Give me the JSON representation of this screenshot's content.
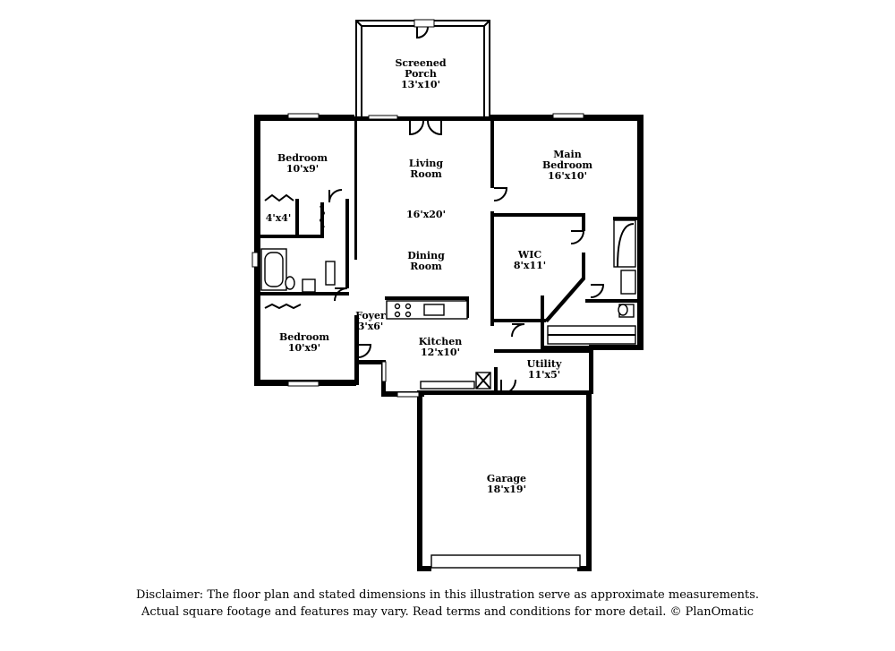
{
  "rooms": {
    "screened_porch": {
      "name1": "Screened",
      "name2": "Porch",
      "dims": "13'x10'"
    },
    "bedroom_1": {
      "name": "Bedroom",
      "dims": "10'x9'"
    },
    "closet": {
      "dims": "4'x4'"
    },
    "living": {
      "name1": "Living",
      "name2": "Room"
    },
    "living_dining_dims": "16'x20'",
    "dining": {
      "name1": "Dining",
      "name2": "Room"
    },
    "main_bedroom": {
      "name1": "Main",
      "name2": "Bedroom",
      "dims": "16'x10'"
    },
    "wic": {
      "name": "WIC",
      "dims": "8'x11'"
    },
    "foyer": {
      "name": "Foyer",
      "dims": "3'x6'"
    },
    "kitchen": {
      "name": "Kitchen",
      "dims": "12'x10'"
    },
    "bedroom_2": {
      "name": "Bedroom",
      "dims": "10'x9'"
    },
    "utility": {
      "name": "Utility",
      "dims": "11'x5'"
    },
    "garage": {
      "name": "Garage",
      "dims": "18'x19'"
    }
  },
  "disclaimer": {
    "line1": "Disclaimer: The floor plan and stated dimensions in this illustration serve as approximate measurements.",
    "line2": "Actual square footage and features may vary. Read terms and conditions for more detail. © PlanOmatic"
  }
}
